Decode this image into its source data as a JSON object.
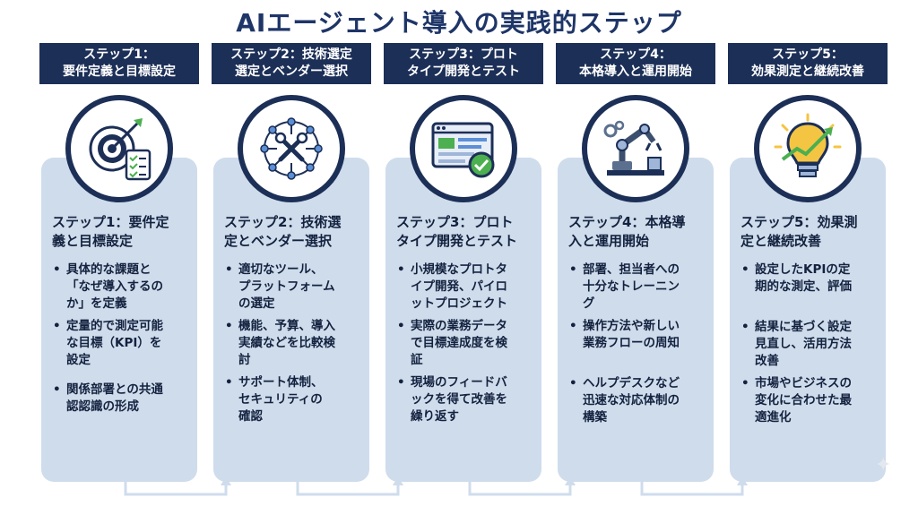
{
  "title": "AIエージェント導入の実践的ステップ",
  "colors": {
    "navy": "#1c2f57",
    "card": "#cfdcec",
    "accent_green": "#4caf50",
    "bulb": "#f4c542"
  },
  "steps": [
    {
      "header_line1": "ステップ1：",
      "header_line2": "要件定義と目標設定",
      "icon": "target-checklist-icon",
      "card_line1": "ステップ1：要件定",
      "card_line2": "義と目標設定",
      "bullets": [
        {
          "l1": "具体的な課題と",
          "l2": "「なぜ導入するの",
          "l3": "か」を定義"
        },
        {
          "l1": "定量的で測定可能",
          "l2": "な目標（KPI）を",
          "l3": "設定"
        },
        {
          "l1": "関係部署との共通",
          "l2": "認認識の形成",
          "l3": ""
        }
      ]
    },
    {
      "header_line1": "ステップ2：技術選定",
      "header_line2": "選定とベンダー選択",
      "icon": "tools-network-icon",
      "card_line1": "ステップ2：技術選",
      "card_line2": "定とベンダー選択",
      "bullets": [
        {
          "l1": "適切なツール、",
          "l2": "プラットフォーム",
          "l3": "の選定"
        },
        {
          "l1": "機能、予算、導入",
          "l2": "実績などを比較検",
          "l3": "討"
        },
        {
          "l1": "サポート体制、",
          "l2": "セキュリティの",
          "l3": "確認"
        }
      ]
    },
    {
      "header_line1": "ステップ3：プロト",
      "header_line2": "タイプ開発とテスト",
      "icon": "prototype-window-icon",
      "card_line1": "ステップ3：プロト",
      "card_line2": "タイプ開発とテスト",
      "bullets": [
        {
          "l1": "小規模なプロトタ",
          "l2": "イプ開発、パイロ",
          "l3": "ットプロジェクト"
        },
        {
          "l1": "実際の業務データ",
          "l2": "で目標達成度を検",
          "l3": "証"
        },
        {
          "l1": "現場のフィードバ",
          "l2": "ックを得て改善を",
          "l3": "繰り返す"
        }
      ]
    },
    {
      "header_line1": "ステップ4：",
      "header_line2": "本格導入と運用開始",
      "icon": "robot-arm-icon",
      "card_line1": "ステップ4：本格導",
      "card_line2": "入と運用開始",
      "bullets": [
        {
          "l1": "部署、担当者への",
          "l2": "十分なトレーニン",
          "l3": "グ"
        },
        {
          "l1": "操作方法や新しい",
          "l2": "業務フローの周知",
          "l3": ""
        },
        {
          "l1": "ヘルプデスクなど",
          "l2": "迅速な対応体制の",
          "l3": "構築"
        }
      ]
    },
    {
      "header_line1": "ステップ5：",
      "header_line2": "効果測定と継続改善",
      "icon": "lightbulb-chart-icon",
      "card_line1": "ステップ5：効果測",
      "card_line2": "定と継続改善",
      "bullets": [
        {
          "l1": "設定したKPIの定",
          "l2": "期的な測定、評価",
          "l3": ""
        },
        {
          "l1": "結果に基づく設定",
          "l2": "見直し、活用方法",
          "l3": "改善"
        },
        {
          "l1": "市場やビジネスの",
          "l2": "変化に合わせた最",
          "l3": "適進化"
        }
      ]
    }
  ]
}
